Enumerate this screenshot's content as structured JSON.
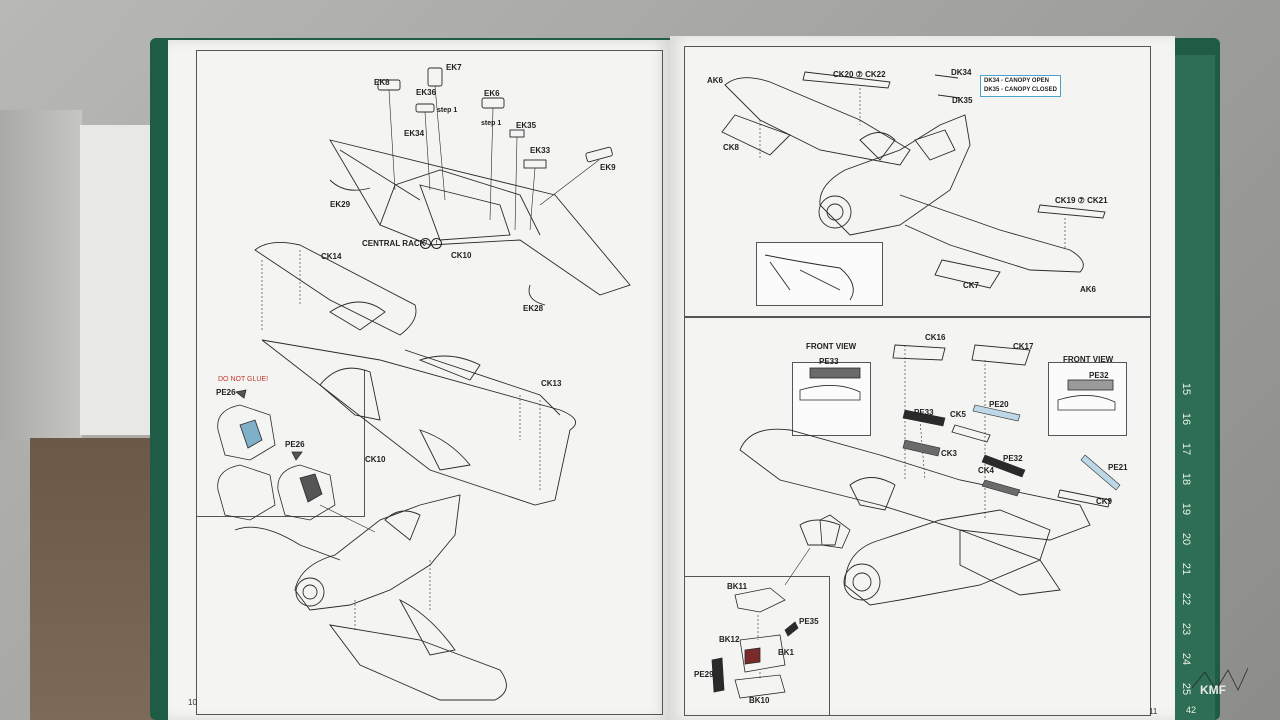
{
  "left_page": {
    "page_number": "10",
    "warning": "DO NOT GLUE!",
    "central_rack_label": "CENTRAL RACK",
    "parts": {
      "ek8": "EK8",
      "ek7": "EK7",
      "ek36": "EK36",
      "ek6": "EK6",
      "step1a": "step 1",
      "step1b": "step 1",
      "ek34": "EK34",
      "ek35": "EK35",
      "ek33": "EK33",
      "ek9": "EK9",
      "ek29": "EK29",
      "ek28": "EK28",
      "ck10a": "CK10",
      "ck14": "CK14",
      "ck13": "CK13",
      "ck10b": "CK10",
      "pe26a": "PE26",
      "pe26b": "PE26"
    }
  },
  "right_page": {
    "page_number": "11",
    "legend_open": "DK34 - CANOPY OPEN",
    "legend_closed": "DK35 - CANOPY CLOSED",
    "front_view_left": "FRONT VIEW",
    "front_view_right": "FRONT VIEW",
    "parts": {
      "ak6a": "AK6",
      "ak6b": "AK6",
      "ck20_22": "CK20 ⑦ CK22",
      "dk34": "DK34",
      "dk35": "DK35",
      "ck8": "CK8",
      "ck19_21": "CK19 ⑦ CK21",
      "ck7": "CK7",
      "ck16": "CK16",
      "ck17": "CK17",
      "pe33a": "PE33",
      "pe32a": "PE32",
      "pe33b": "PE33",
      "ck5": "CK5",
      "pe20": "PE20",
      "ck3": "CK3",
      "ck4": "CK4",
      "pe32b": "PE32",
      "pe21": "PE21",
      "ck9": "CK9",
      "bk11": "BK11",
      "pe35": "PE35",
      "bk12": "BK12",
      "bk1": "BK1",
      "pe29": "PE29",
      "bk10": "BK10"
    }
  },
  "ruler": {
    "numbers": [
      "15",
      "16",
      "17",
      "18",
      "19",
      "20",
      "21",
      "22",
      "23",
      "24",
      "25"
    ],
    "corner_number": "42"
  },
  "watermark": "KMF",
  "colors": {
    "mat_green": "#1f5c45",
    "paper": "#f4f4f2",
    "ink": "#2a2a2a",
    "cyan": "#3b8fb0",
    "red": "#c0392b"
  }
}
